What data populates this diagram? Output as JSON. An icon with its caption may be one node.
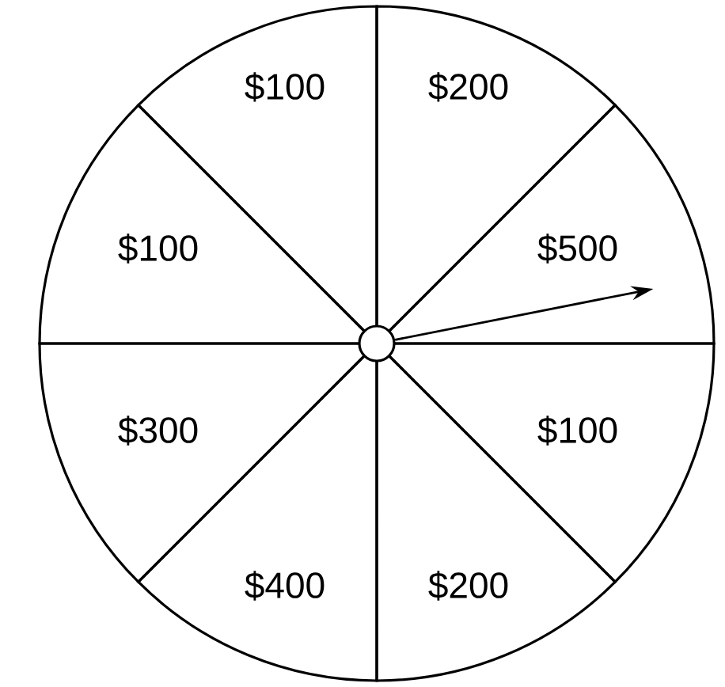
{
  "diagram": {
    "nodes": [
      {
        "text": [
          "$100"
        ]
      },
      {
        "text": [
          "$200"
        ]
      },
      {
        "text": [
          "$100"
        ]
      },
      {
        "text": [
          "$500"
        ]
      },
      {
        "text": [
          "$300"
        ]
      },
      {
        "text": [
          "$100"
        ]
      },
      {
        "text": [
          "$400"
        ]
      },
      {
        "text": [
          "$200"
        ]
      },
      {
        "text": [],
        "shape": "circle"
      }
    ],
    "edges": [
      {
        "from": 8,
        "to": 3,
        "arrow": "to"
      }
    ]
  }
}
